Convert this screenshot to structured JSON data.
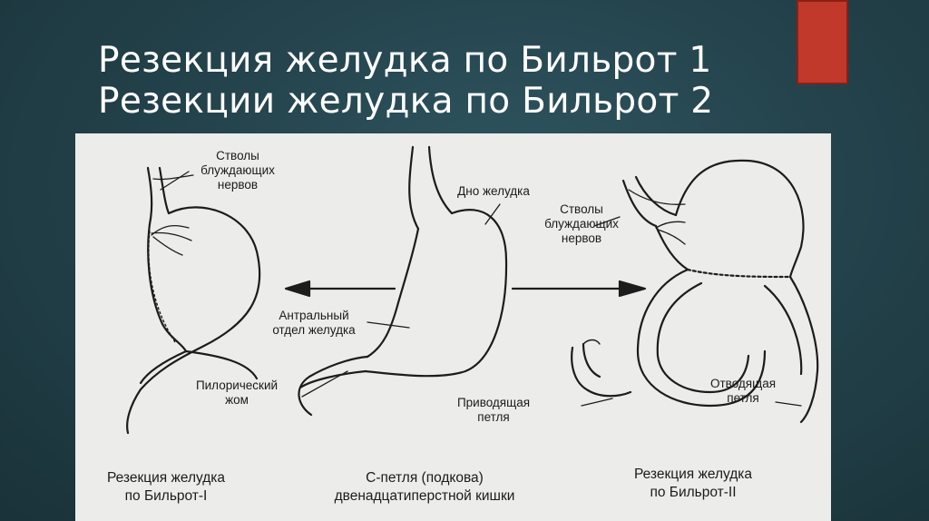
{
  "slide": {
    "title_line1": "Резекция желудка по Бильрот 1",
    "title_line2": "Резекции желудка по Бильрот 2"
  },
  "diagram": {
    "labels": {
      "vagus_left": [
        "Стволы",
        "блуждающих",
        "нервов"
      ],
      "fundus": "Дно желудка",
      "vagus_right": [
        "Стволы",
        "блуждающих",
        "нервов"
      ],
      "antrum": [
        "Антральный",
        "отдел желудка"
      ],
      "pylorus": [
        "Пилорический",
        "жом"
      ],
      "afferent_loop": [
        "Приводящая",
        "петля"
      ],
      "efferent_loop": [
        "Отводящая",
        "петля"
      ]
    },
    "captions": {
      "billroth_1": [
        "Резекция желудка",
        "по Бильрот-I"
      ],
      "duodenum": [
        "С-петля (подкова)",
        "двенадцатиперстной кишки"
      ],
      "billroth_2": [
        "Резекция желудка",
        "по Бильрот-II"
      ]
    }
  }
}
